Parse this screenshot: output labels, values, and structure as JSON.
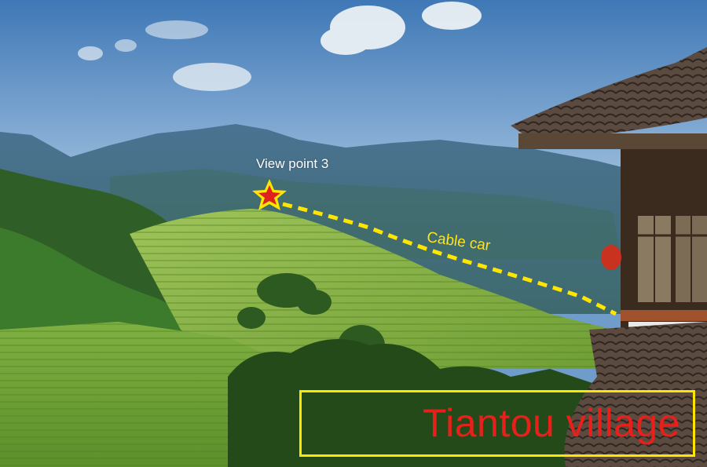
{
  "annotations": {
    "viewpoint_label": "View point 3",
    "cable_car_label": "Cable car",
    "village_label": "Tiantou village"
  },
  "colors": {
    "marker_yellow": "#ffe600",
    "star_red": "#e0201c",
    "village_text_red": "#e8201c",
    "sky": "#6f9cc8"
  },
  "icons": {
    "viewpoint_marker": "star-icon"
  }
}
